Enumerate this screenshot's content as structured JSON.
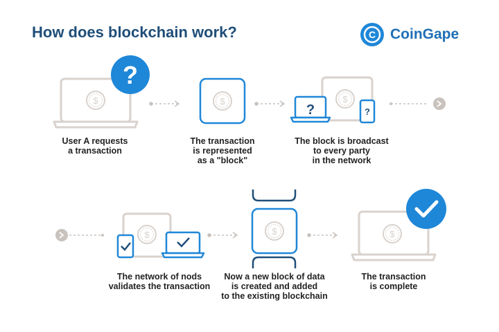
{
  "header": {
    "title": "How does blockchain work?"
  },
  "brand": {
    "name": "CoinGape"
  },
  "steps": [
    {
      "lines": [
        "User A requests",
        "a transaction"
      ]
    },
    {
      "lines": [
        "The transaction",
        "is represented",
        "as a \"block\""
      ]
    },
    {
      "lines": [
        "The block is broadcast",
        "to every party",
        "in the network"
      ]
    },
    {
      "lines": [
        "The network of nods",
        "validates the transaction"
      ]
    },
    {
      "lines": [
        "Now a new block of data",
        "is created and added",
        "to the existing blockchain"
      ]
    },
    {
      "lines": [
        "The transaction",
        "is complete"
      ]
    }
  ],
  "icons": {
    "question_mark": "?",
    "dollar_sign": "$",
    "brand_letter": "C"
  },
  "colors": {
    "title": "#1f4e79",
    "accent_blue": "#1f87d8",
    "device_outline": "#d9d2cd",
    "arrow": "#c9c2bd",
    "text": "#222222"
  }
}
